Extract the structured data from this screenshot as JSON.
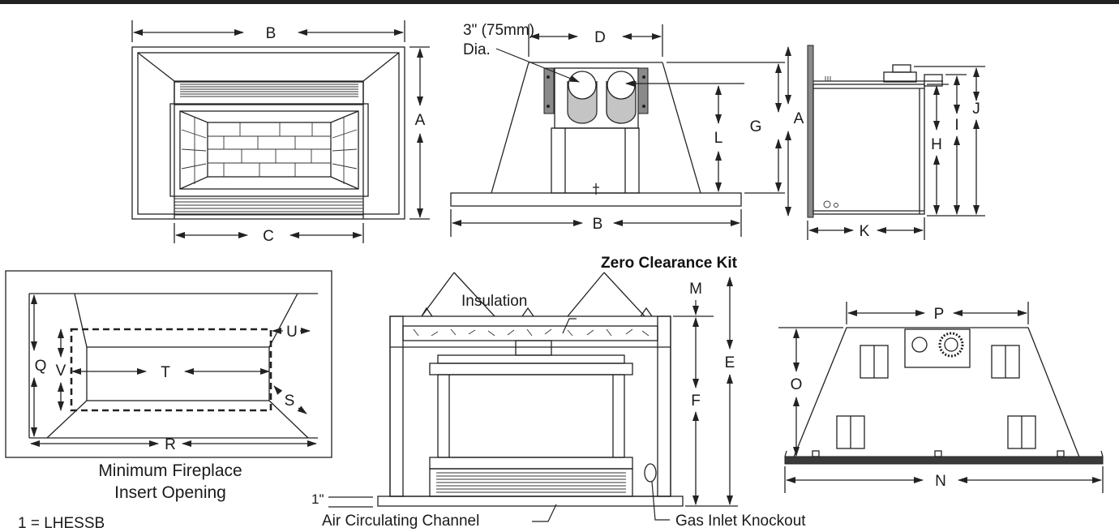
{
  "view1": {
    "dims": {
      "B": "B",
      "A": "A",
      "C": "C"
    }
  },
  "view2": {
    "dims": {
      "D": "D",
      "B": "B",
      "L": "L",
      "G": "G"
    },
    "pipe_note_line1": "3\" (75mm)",
    "pipe_note_line2": "Dia."
  },
  "view3": {
    "dims": {
      "A": "A",
      "H": "H",
      "I": "I",
      "J": "J",
      "K": "K"
    }
  },
  "kit": {
    "title": "Zero Clearance Kit",
    "insulation": "Insulation",
    "air_channel": "Air Circulating Channel",
    "gas_knockout": "Gas Inlet Knockout",
    "one_inch": "1\"",
    "dims": {
      "M": "M",
      "E": "E",
      "F": "F"
    }
  },
  "opening": {
    "caption_line1": "Minimum Fireplace",
    "caption_line2": "Insert Opening",
    "dims": {
      "Q": "Q",
      "V": "V",
      "T": "T",
      "U": "U",
      "S": "S",
      "R": "R"
    }
  },
  "view6": {
    "dims": {
      "P": "P",
      "O": "O",
      "N": "N"
    }
  },
  "footnote": "1 = LHESSB"
}
